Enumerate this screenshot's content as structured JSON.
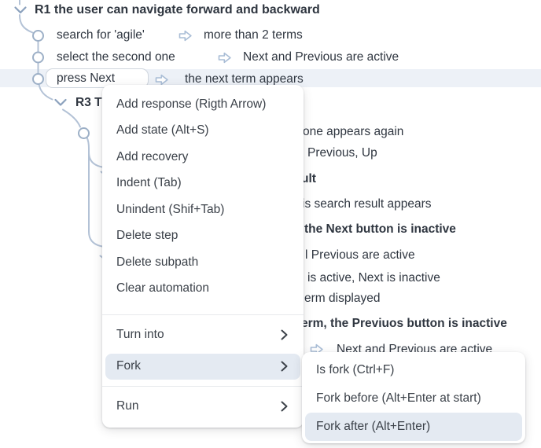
{
  "colors": {
    "text": "#2f3640",
    "menu_text": "#3b4149",
    "tree_line": "#b3c2d6",
    "node_stroke": "#9db0c7",
    "chevron": "#8ba1bd",
    "arrow_icon": "#a9bdd6",
    "row_highlight": "#edf1f7",
    "menu_highlight": "#e4eaf2",
    "divider": "#e7e9ec"
  },
  "tree": {
    "root_label": "R1 the user can navigate forward and backward",
    "rows": [
      {
        "step": "search for 'agile'",
        "response": "more than 2 terms"
      },
      {
        "step": "select the second one",
        "response": "Next and Previous are active"
      },
      {
        "step": "press Next",
        "response": "the next term appears",
        "selected": true
      },
      {
        "group_label": "R3 T"
      }
    ],
    "visible_fragments": [
      {
        "text": "one appears again",
        "bold": false
      },
      {
        "text": "Previous, Up",
        "bold": false
      },
      {
        "text": "ult",
        "bold": true
      },
      {
        "text": "is search result appears",
        "bold": false
      },
      {
        "text": "the Next button is inactive",
        "bold": true
      },
      {
        "text": "l Previous are active",
        "bold": false
      },
      {
        "text": "is active, Next is inactive",
        "bold": false
      },
      {
        "text": "erm displayed",
        "bold": false
      },
      {
        "text": "erm, the Previuos button is inactive",
        "bold": true
      },
      {
        "text": "Next and Previous are active",
        "bold": false,
        "has_arrow": true
      }
    ]
  },
  "context_menu": {
    "items": [
      {
        "label": "Add response (Rigth Arrow)"
      },
      {
        "label": "Add state (Alt+S)"
      },
      {
        "label": "Add recovery"
      },
      {
        "label": "Indent (Tab)"
      },
      {
        "label": "Unindent (Shif+Tab)"
      },
      {
        "label": "Delete step"
      },
      {
        "label": "Delete subpath"
      },
      {
        "label": "Clear automation"
      },
      {
        "label": "Turn into",
        "has_submenu": true
      },
      {
        "label": "Fork",
        "has_submenu": true,
        "highlighted": true
      },
      {
        "label": "Run",
        "has_submenu": true
      }
    ]
  },
  "fork_submenu": {
    "items": [
      {
        "label": "Is fork (Ctrl+F)"
      },
      {
        "label": "Fork before (Alt+Enter at start)"
      },
      {
        "label": "Fork after (Alt+Enter)",
        "highlighted": true
      }
    ]
  }
}
